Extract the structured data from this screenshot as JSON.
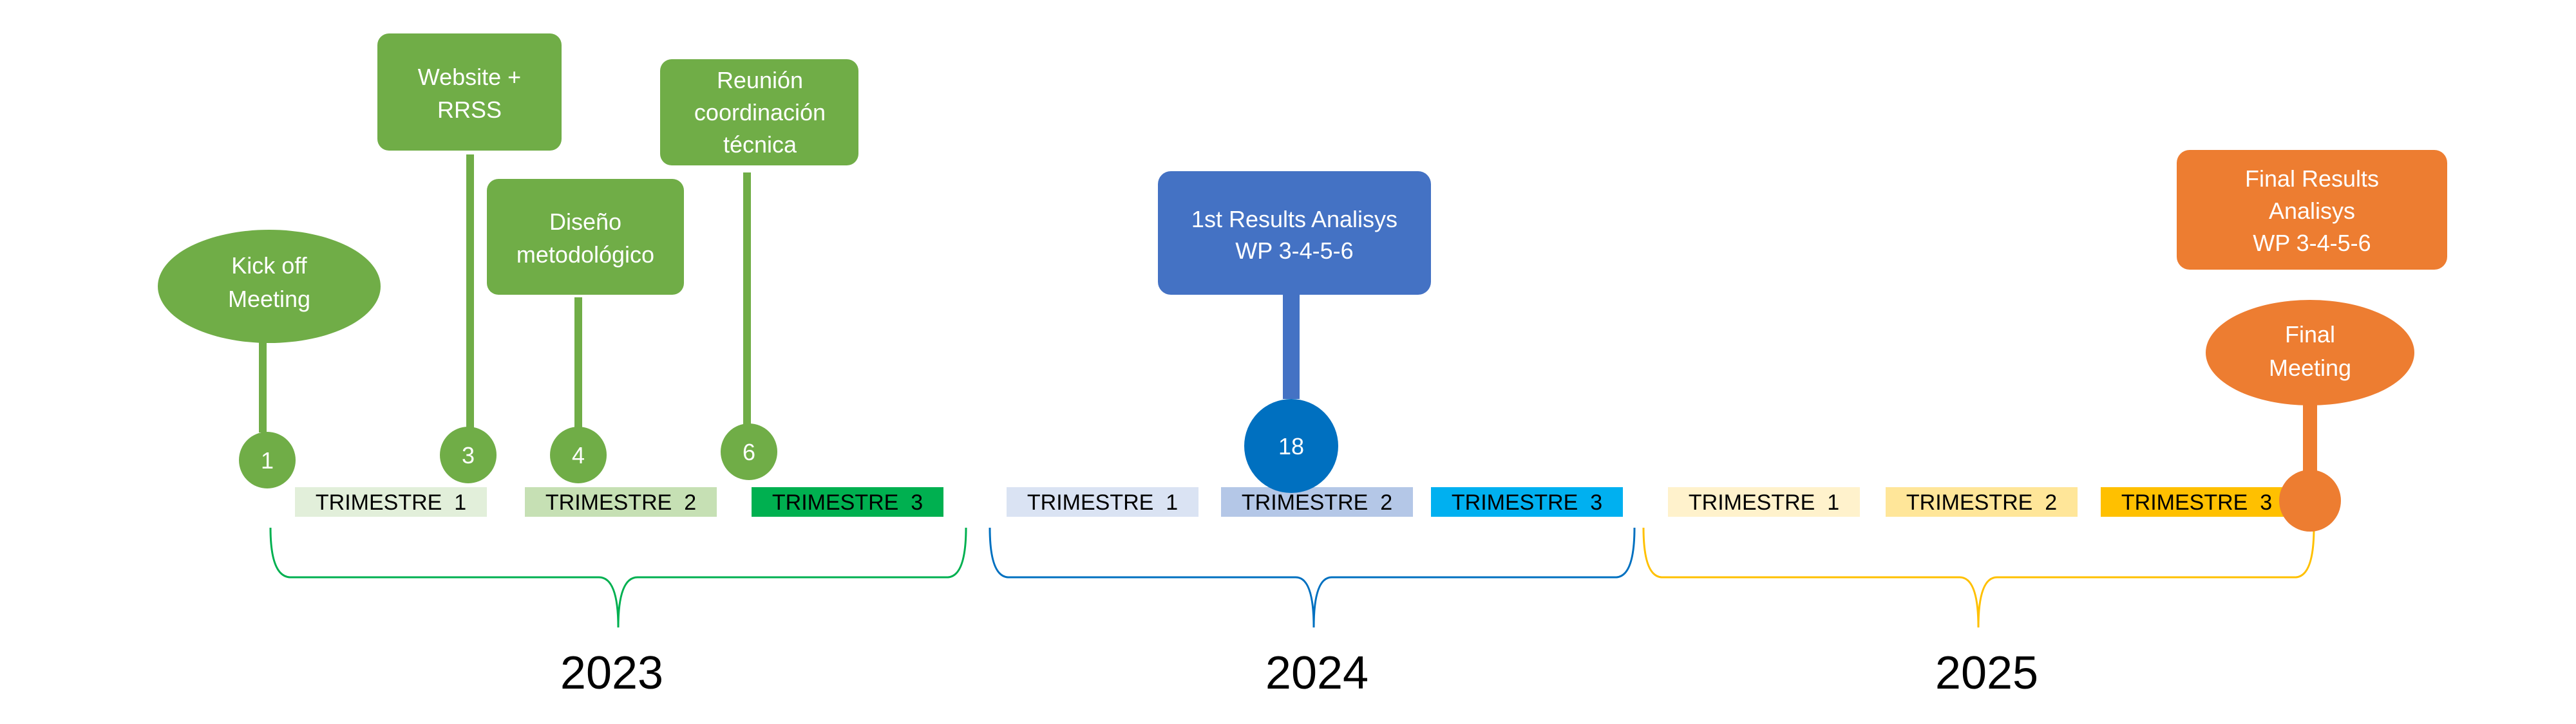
{
  "colors": {
    "green": "#70AD47",
    "blue_box": "#4472C4",
    "blue_dot": "#0070C0",
    "orange": "#ED7D31",
    "year2023_q1": "#E2EFDA",
    "year2023_q2": "#C6E0B4",
    "year2023_q3": "#00B050",
    "year2024_q1": "#DAE3F3",
    "year2024_q2": "#B4C7E7",
    "year2024_q3": "#00B0F0",
    "year2025_q1": "#FFF2CC",
    "year2025_q2": "#FFE699",
    "year2025_q3": "#FFC000",
    "brace_2023": "#00B050",
    "brace_2024": "#0070C0",
    "brace_2025": "#FFC000"
  },
  "years": [
    {
      "label": "2023",
      "quarters": [
        "TRIMESTRE  1",
        "TRIMESTRE  2",
        "TRIMESTRE  3"
      ]
    },
    {
      "label": "2024",
      "quarters": [
        "TRIMESTRE  1",
        "TRIMESTRE  2",
        "TRIMESTRE  3"
      ]
    },
    {
      "label": "2025",
      "quarters": [
        "TRIMESTRE  1",
        "TRIMESTRE  2",
        "TRIMESTRE  3"
      ]
    }
  ],
  "milestones": [
    {
      "number": "1",
      "callout_lines": [
        "Kick off",
        "Meeting"
      ],
      "callout_shape": "ellipse",
      "color": "green"
    },
    {
      "number": "3",
      "callout_lines": [
        "Website +",
        "RRSS"
      ],
      "callout_shape": "rounded-rect",
      "color": "green"
    },
    {
      "number": "4",
      "callout_lines": [
        "Diseño",
        "metodológico"
      ],
      "callout_shape": "rounded-rect",
      "color": "green"
    },
    {
      "number": "6",
      "callout_lines": [
        "Reunión",
        "coordinación",
        "técnica"
      ],
      "callout_shape": "rounded-rect",
      "color": "green"
    },
    {
      "number": "18",
      "callout_lines": [
        "1st Results Analisys",
        "WP 3-4-5-6"
      ],
      "callout_shape": "rounded-rect",
      "color": "blue"
    }
  ],
  "final": {
    "box_lines": [
      "Final Results",
      "Analisys",
      "WP 3-4-5-6"
    ],
    "ellipse_lines": [
      "Final",
      "Meeting"
    ]
  }
}
